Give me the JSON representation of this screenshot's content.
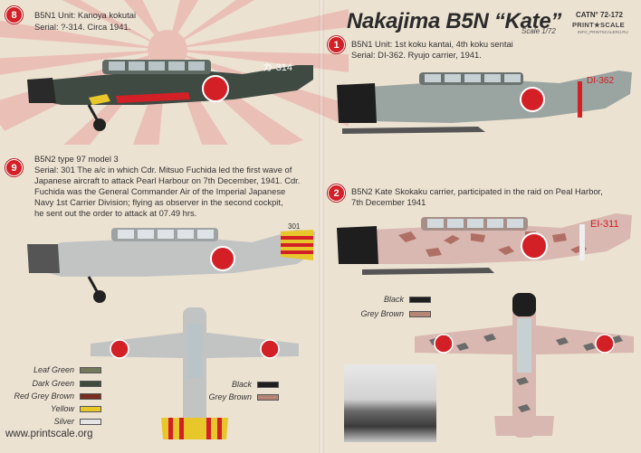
{
  "header": {
    "title": "Nakajima B5N “Kate”",
    "scale": "Scale 1/72",
    "cat_no": "CATN° 72-172",
    "brand": "PRINT★SCALE",
    "brand_url": "INFO_PRINTSCALERU.RU"
  },
  "profiles": [
    {
      "number": "8",
      "lines": [
        "B5N1 Unit: Kanoya kokutai",
        "Serial: ?-314.  Circa 1941."
      ],
      "tail_code": "カ-314"
    },
    {
      "number": "1",
      "lines": [
        "B5N1 Unit: 1st koku kantai, 4th koku sentai",
        "Serial: DI-362. Ryujo carrier, 1941."
      ],
      "tail_code": "DI-362"
    },
    {
      "number": "9",
      "lines": [
        "B5N2 type 97 model 3",
        "Serial: 301 The a/c in which Cdr. Mitsuo Fuchida led the first wave of",
        "Japanese aircraft to attack Pearl Harbour on 7th December, 1941. Cdr.",
        "Fuchida was the General Commander Air of the Imperial Japanese",
        "Navy 1st Carrier Division; flying as observer in the second cockpit,",
        "he sent out the order to attack at 07.49 hrs."
      ],
      "tail_code": "301"
    },
    {
      "number": "2",
      "lines": [
        "B5N2 Kate   Skokaku carrier, participated in the raid on Peal Harbor,",
        "7th December 1941"
      ],
      "tail_code": "EI-311"
    }
  ],
  "legend_left": [
    {
      "label": "Leaf Green",
      "color": "#737a5a"
    },
    {
      "label": "Dark Green",
      "color": "#3e4a3c"
    },
    {
      "label": "Red Grey Brown",
      "color": "#7a2c1e"
    },
    {
      "label": "Yellow",
      "color": "#e8c72a"
    },
    {
      "label": "Silver",
      "color": "#e4e4e4"
    }
  ],
  "legend_mid": [
    {
      "label": "Black",
      "color": "#1e1e1e"
    },
    {
      "label": "Grey Brown",
      "color": "#b58576"
    }
  ],
  "legend_right": [
    {
      "label": "Black",
      "color": "#1e1e1e"
    },
    {
      "label": "Grey Brown",
      "color": "#b58576"
    }
  ],
  "footer": {
    "url": "www.printscale.org"
  }
}
